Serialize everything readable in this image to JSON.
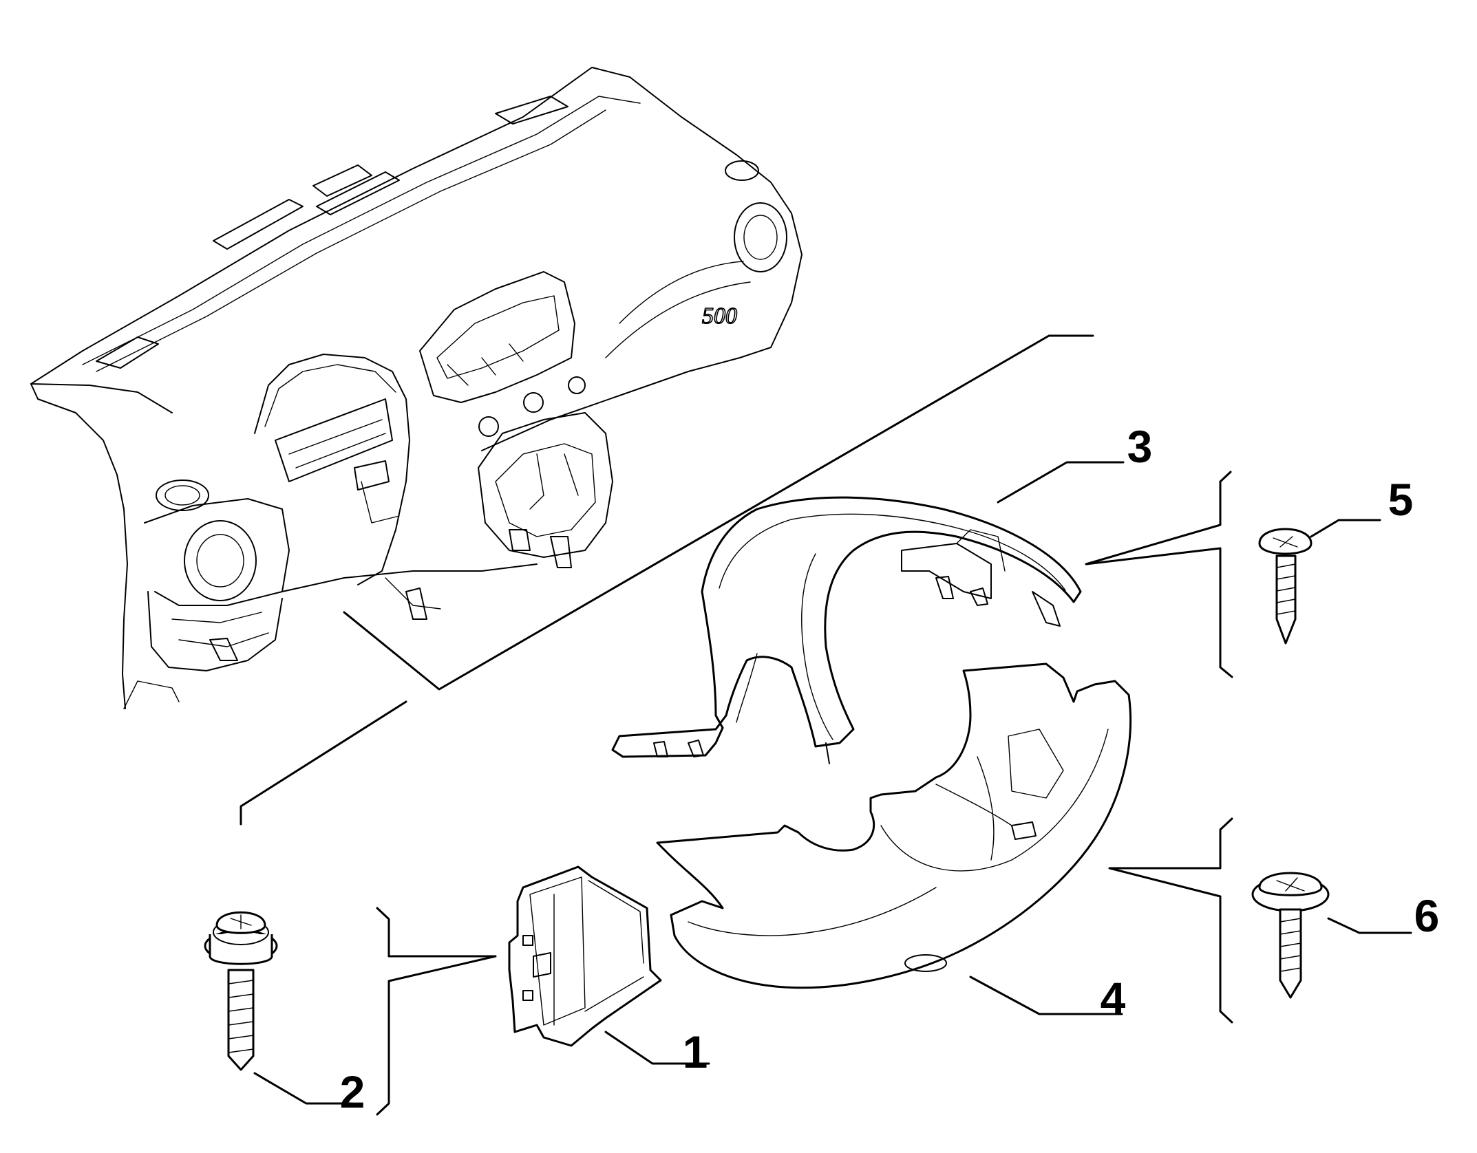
{
  "diagram": {
    "type": "exploded-parts-view",
    "callouts": [
      {
        "id": "1",
        "label": "1"
      },
      {
        "id": "2",
        "label": "2"
      },
      {
        "id": "3",
        "label": "3"
      },
      {
        "id": "4",
        "label": "4"
      },
      {
        "id": "5",
        "label": "5"
      },
      {
        "id": "6",
        "label": "6"
      }
    ],
    "emblem_text": "500",
    "colors": {
      "line": "#000000",
      "background": "#ffffff"
    }
  }
}
